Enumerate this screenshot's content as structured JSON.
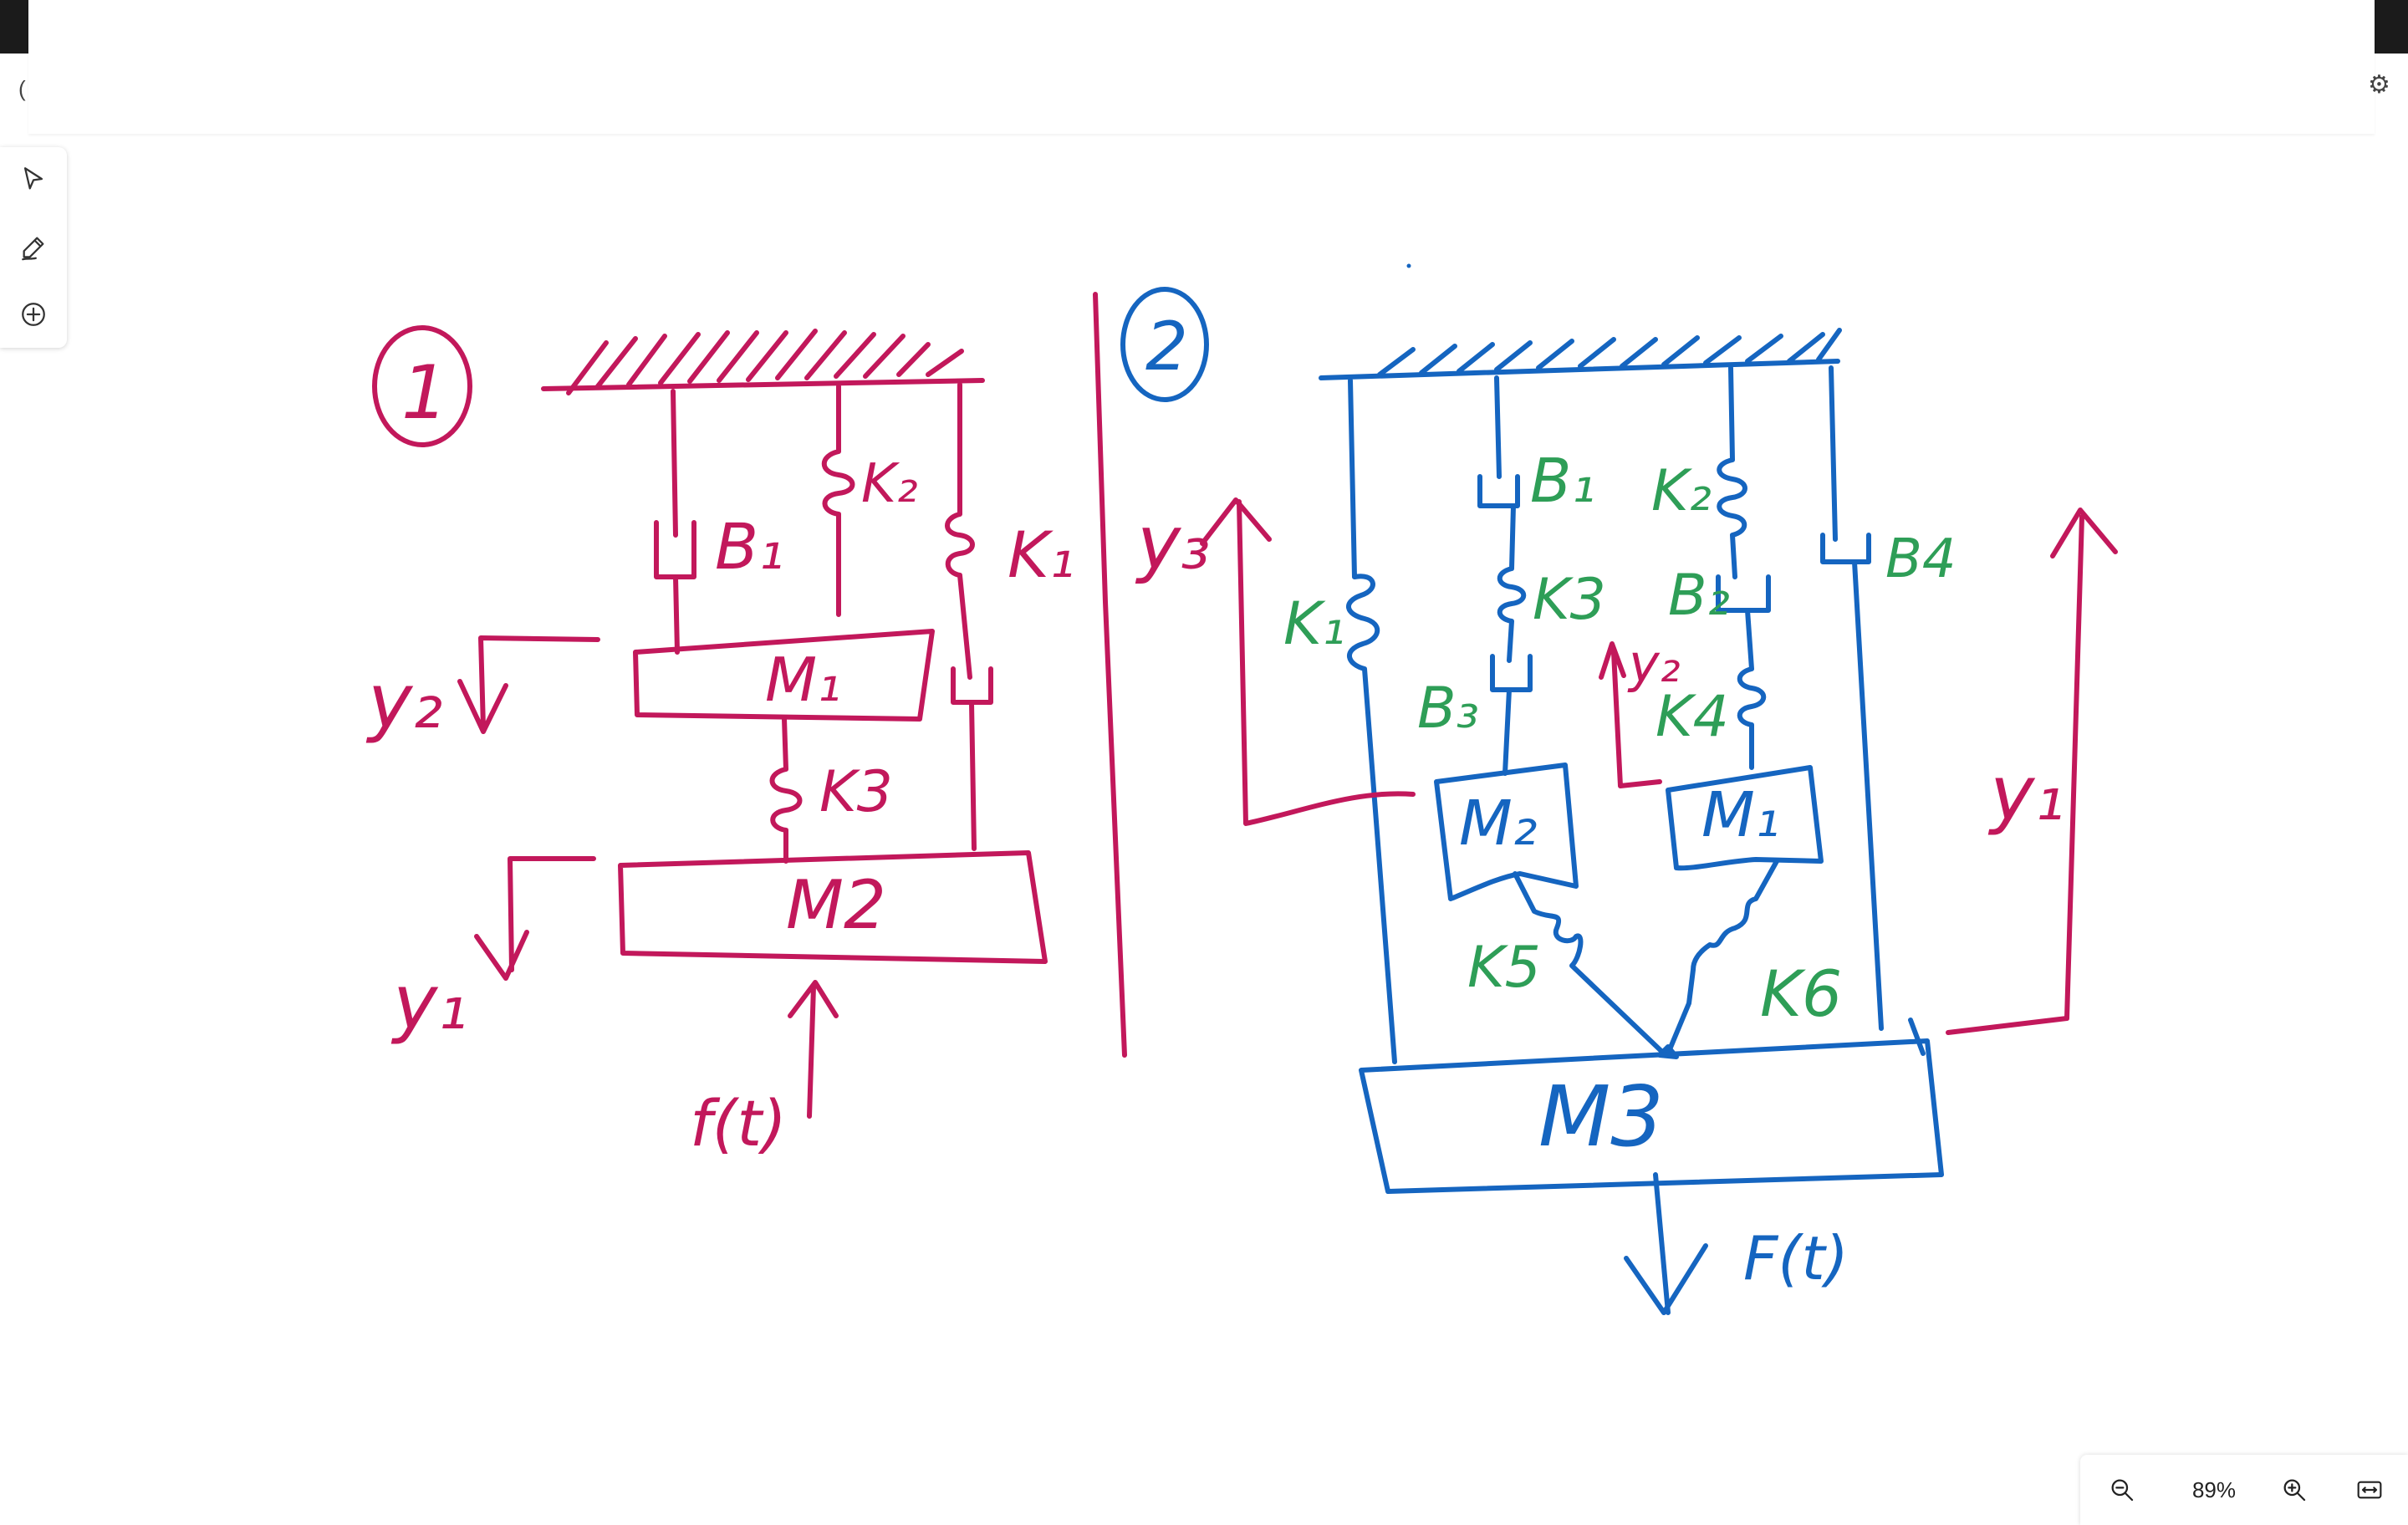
{
  "window": {
    "left_edge_glyph": "(",
    "right_edge_glyph": "⚙"
  },
  "toolbar": {
    "tools": [
      "select-arrow-icon",
      "pen-icon",
      "add-icon"
    ]
  },
  "colors": {
    "red_ink": "#c2185b",
    "blue_ink": "#1565c0",
    "green_ink": "#2e9e57"
  },
  "sketch1": {
    "number": "1",
    "labels": {
      "b1": "B₁",
      "k2": "K₂",
      "k1": "K₁",
      "k3": "K3",
      "m1": "M₁",
      "m2": "M2",
      "y2": "y₂",
      "y1": "y₁",
      "force": "f(t)"
    }
  },
  "sketch2": {
    "number": "2",
    "labels": {
      "y3": "y₃",
      "k1": "K₁",
      "b1": "B₁",
      "k3": "K3",
      "b3": "B₃",
      "k2": "K₂",
      "b2": "B₂",
      "y2": "y₂",
      "k4": "K4",
      "b4": "B4",
      "y1": "y₁",
      "m2": "M₂",
      "m1": "M₁",
      "k5": "K5",
      "k6": "K6",
      "m3": "M3",
      "force": "F(t)"
    }
  },
  "zoom": {
    "level": "89%",
    "zoom_out": "zoom-out-icon",
    "zoom_in": "zoom-in-icon",
    "fit": "fit-width-icon"
  }
}
